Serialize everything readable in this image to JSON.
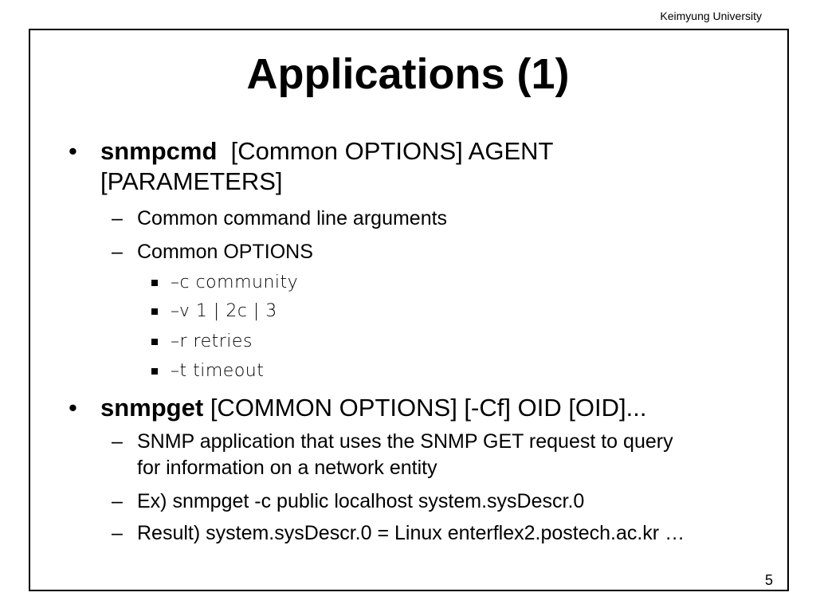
{
  "header": {
    "org": "Keimyung University"
  },
  "slide": {
    "title": "Applications (1)",
    "page_number": "5",
    "bullets": [
      {
        "command": "snmpcmd",
        "rest_line1": "[Common OPTIONS] AGENT",
        "rest_line2": "[PARAMETERS]",
        "subs": [
          {
            "text": "Common command line arguments"
          },
          {
            "text": "Common OPTIONS"
          }
        ],
        "options": [
          {
            "text": "–c  community"
          },
          {
            "text": "–v 1 | 2c | 3"
          },
          {
            "text": "–r retries"
          },
          {
            "text": "–t timeout"
          }
        ]
      },
      {
        "command": "snmpget",
        "rest": "[COMMON OPTIONS] [-Cf] OID [OID]...",
        "subs": [
          {
            "line1": "SNMP application that uses the SNMP GET request to query",
            "line2": "for information on a network entity"
          },
          {
            "text": "Ex) snmpget -c public localhost system.sysDescr.0"
          },
          {
            "text": "Result) system.sysDescr.0 = Linux enterflex2.postech.ac.kr …"
          }
        ]
      }
    ]
  }
}
